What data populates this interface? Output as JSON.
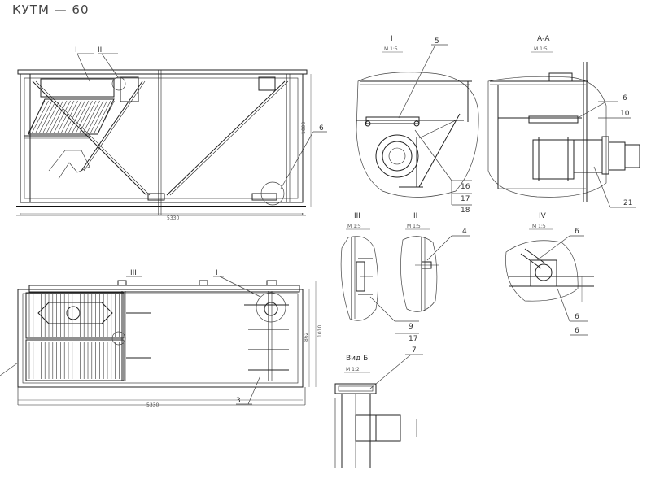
{
  "title": "КУТМ — 60",
  "views": {
    "front": {
      "callout_1": "I",
      "callout_2": "II",
      "dim_height": "1000",
      "dim_length": "5330",
      "tag": "6"
    },
    "plan": {
      "callout_3": "III",
      "callout_1": "I",
      "dim_length": "5330",
      "dim_w1": "1010",
      "dim_w2": "862",
      "tag": "3"
    },
    "detail_I": {
      "label": "I",
      "scale": "М 1:5",
      "tags": [
        "5",
        "16",
        "17",
        "18"
      ]
    },
    "detail_AA": {
      "label": "А-А",
      "scale": "М 1:5",
      "tags": [
        "6",
        "10",
        "21"
      ]
    },
    "detail_III": {
      "label": "III",
      "scale": "М 1:5",
      "tags": [
        "9",
        "17"
      ]
    },
    "detail_II": {
      "label": "II",
      "scale": "М 1:5",
      "tags": [
        "4"
      ]
    },
    "detail_IV": {
      "label": "IV",
      "scale": "М 1:5",
      "tags": [
        "6",
        "6",
        "6"
      ]
    },
    "view_B": {
      "label": "Вид Б",
      "scale": "М 1:2",
      "tags": [
        "7"
      ]
    }
  }
}
